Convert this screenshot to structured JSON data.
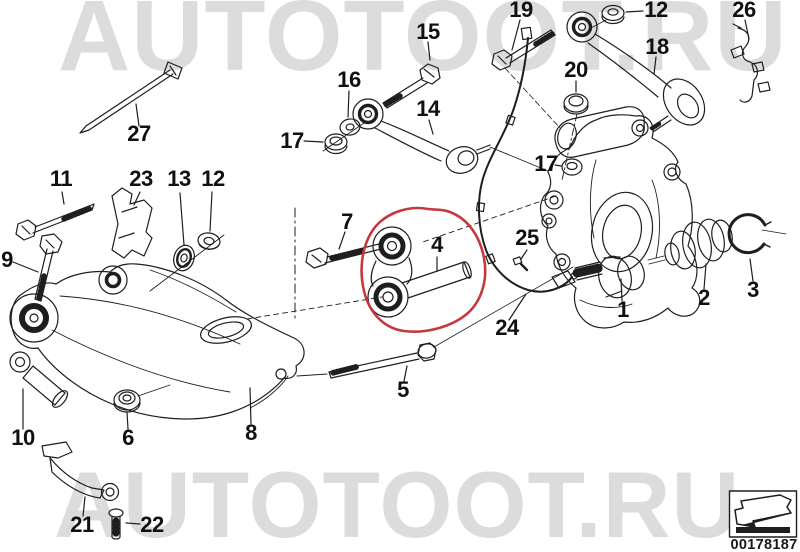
{
  "watermarks": {
    "top": "AUTOTOOT.RU",
    "bottom": "AUTOTOOT.RU"
  },
  "diagram": {
    "type": "exploded-parts-diagram",
    "subject": "rear axle suspension parts drawing",
    "highlighted_callout": "4",
    "highlight_color": "#c4393d",
    "callouts": [
      "27",
      "11",
      "23",
      "13",
      "12",
      "9",
      "16",
      "17",
      "7",
      "15",
      "19",
      "12",
      "26",
      "18",
      "20",
      "14",
      "17",
      "25",
      "4",
      "24",
      "1",
      "2",
      "3",
      "5",
      "10",
      "6",
      "8",
      "21",
      "22"
    ]
  },
  "footer": {
    "image_number": "00178187",
    "icon": "back-arrow-icon"
  }
}
